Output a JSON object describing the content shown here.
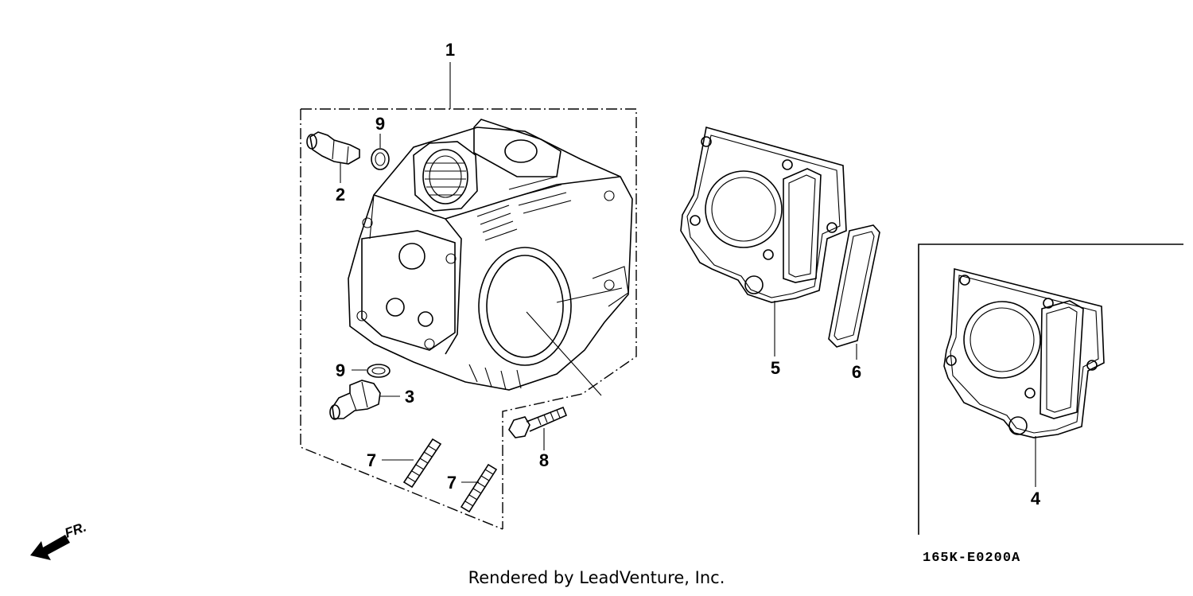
{
  "callouts": {
    "c1": "1",
    "c2": "2",
    "c3": "3",
    "c4": "4",
    "c5": "5",
    "c6": "6",
    "c7a": "7",
    "c7b": "7",
    "c8": "8",
    "c9a": "9",
    "c9b": "9"
  },
  "diagram_code": "165K-E0200A",
  "front_marker": "FR.",
  "footer": "Rendered by LeadVenture, Inc."
}
